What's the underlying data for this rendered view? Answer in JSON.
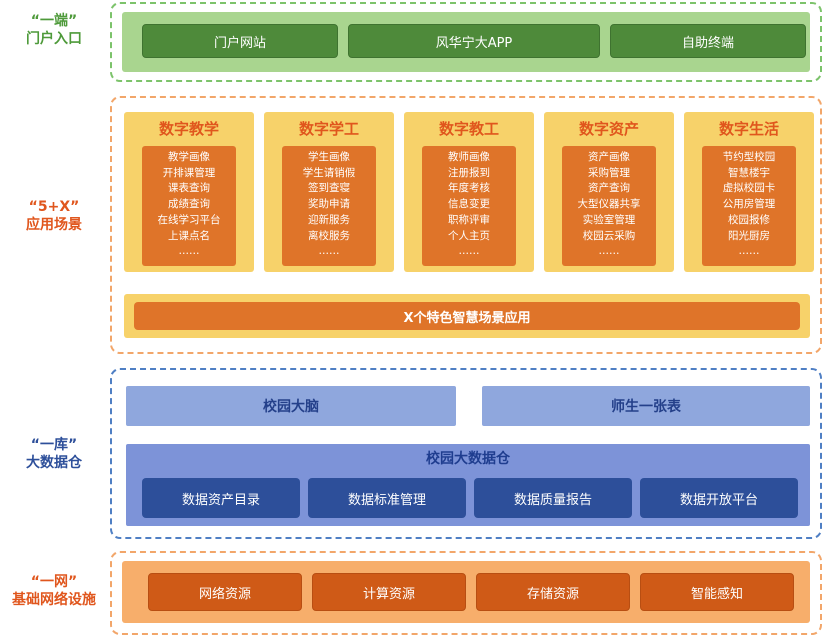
{
  "layers": {
    "portal": {
      "quote": "“一端”",
      "label": "门户入口",
      "items": [
        "门户网站",
        "风华宁大APP",
        "自助终端"
      ]
    },
    "apps": {
      "quote": "“5+X”",
      "label": "应用场景",
      "cards": [
        {
          "title": "数字教学",
          "items": [
            "教学画像",
            "开排课管理",
            "课表查询",
            "成绩查询",
            "在线学习平台",
            "上课点名",
            "……"
          ]
        },
        {
          "title": "数字学工",
          "items": [
            "学生画像",
            "学生请销假",
            "签到查寝",
            "奖助申请",
            "迎新服务",
            "离校服务",
            "……"
          ]
        },
        {
          "title": "数字教工",
          "items": [
            "教师画像",
            "注册报到",
            "年度考核",
            "信息变更",
            "职称评审",
            "个人主页",
            "……"
          ]
        },
        {
          "title": "数字资产",
          "items": [
            "资产画像",
            "采购管理",
            "资产查询",
            "大型仪器共享",
            "实验室管理",
            "校园云采购",
            "……"
          ]
        },
        {
          "title": "数字生活",
          "items": [
            "节约型校园",
            "智慧楼宇",
            "虚拟校园卡",
            "公用房管理",
            "校园报修",
            "阳光厨房",
            "……"
          ]
        }
      ],
      "x_bar": "X个特色智慧场景应用"
    },
    "data": {
      "quote": "“一库”",
      "label": "大数据仓",
      "top": [
        "校园大脑",
        "师生一张表"
      ],
      "warehouse_title": "校园大数据仓",
      "items": [
        "数据资产目录",
        "数据标准管理",
        "数据质量报告",
        "数据开放平台"
      ]
    },
    "network": {
      "quote": "“一网”",
      "label": "基础网络设施",
      "items": [
        "网络资源",
        "计算资源",
        "存储资源",
        "智能感知"
      ]
    }
  },
  "colors": {
    "portal_label": "#4e9a3a",
    "apps_label": "#e0561d",
    "data_label": "#2d4f9a",
    "network_label": "#e0561d"
  }
}
